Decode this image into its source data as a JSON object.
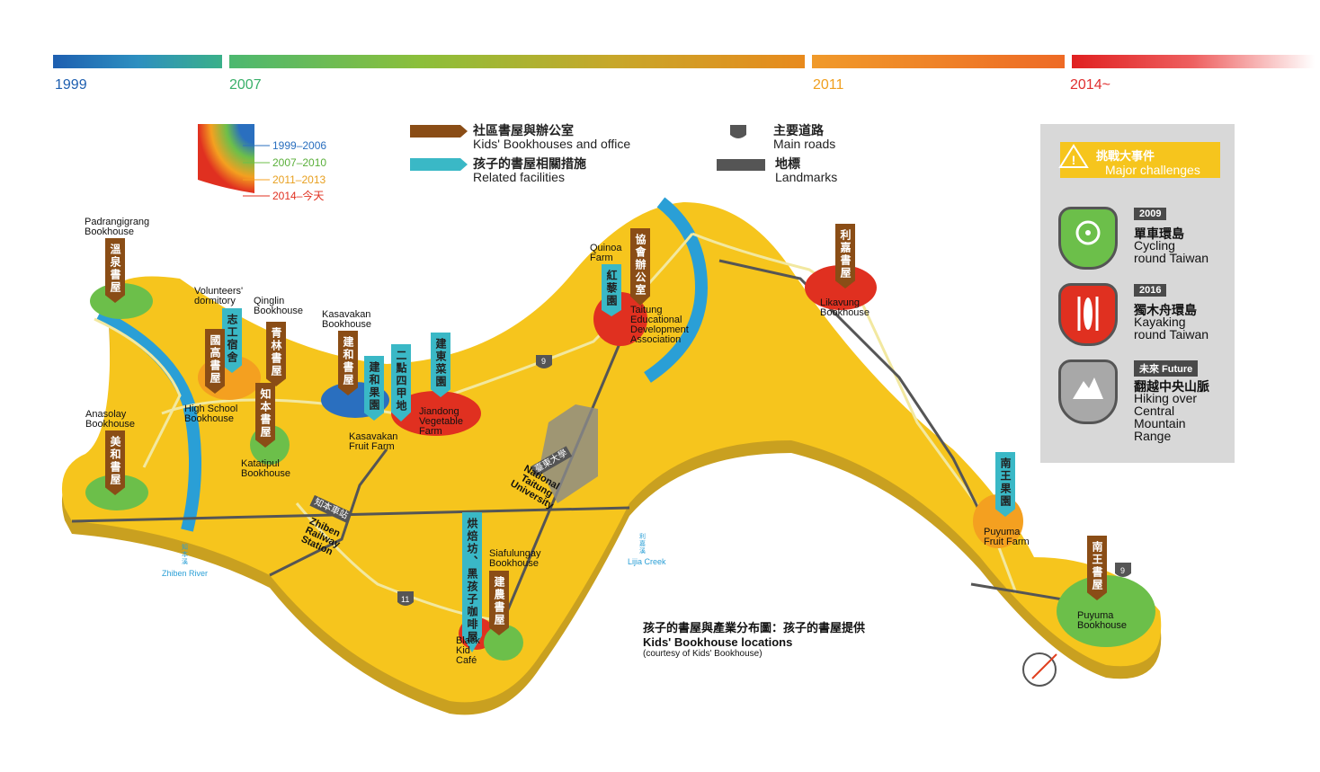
{
  "timeline": {
    "years": [
      "1999",
      "2007",
      "2011",
      "2014~"
    ]
  },
  "era_legend": [
    "1999–2006",
    "2007–2010",
    "2011–2013",
    "2014–今天"
  ],
  "legend": {
    "bookhouse_zh": "社區書屋與辦公室",
    "bookhouse_en": "Kids' Bookhouses and office",
    "facility_zh": "孩子的書屋相關措施",
    "facility_en": "Related facilities",
    "road_zh": "主要道路",
    "road_en": "Main roads",
    "landmark_zh": "地標",
    "landmark_en": "Landmarks"
  },
  "challenges": {
    "title_zh": "挑戰大事件",
    "title_en": "Major challenges",
    "items": [
      {
        "year": "2009",
        "zh": "單車環島",
        "en": "Cycling\nround Taiwan"
      },
      {
        "year": "2016",
        "zh": "獨木舟環島",
        "en": "Kayaking\nround Taiwan"
      },
      {
        "year": "未來 Future",
        "zh": "翻越中央山脈",
        "en": "Hiking over\nCentral\nMountain\nRange"
      }
    ]
  },
  "tags": {
    "wenquan": "溫泉書屋",
    "zhigong": "志工宿舍",
    "guogao": "國高書屋",
    "qinglin": "青林書屋",
    "zhiben": "知本書屋",
    "jianhe": "建和書屋",
    "jianhe_guoyuan": "建和果園",
    "erdian": "二點四甲地",
    "jiandong": "建東菜園",
    "hongli": "紅藜園",
    "xiehui": "協會辦公室",
    "lijia": "利嘉書屋",
    "meihe": "美和書屋",
    "hongbei": "烘焙坊、黑孩子咖啡屋",
    "jiannong": "建農書屋",
    "nanwang_guoyuan": "南王果園",
    "nanwang": "南王書屋"
  },
  "places": {
    "padrangi": "Padrangigrang\nBookhouse",
    "volunteers": "Volunteers'\ndormitory",
    "qinglin": "Qinglin\nBookhouse",
    "kasavakan": "Kasavakan\nBookhouse",
    "quinoa": "Quinoa\nFarm",
    "taitung_assoc": "Taitung\nEducational\nDevelopment\nAssociation",
    "likavung": "Likavung\nBookhouse",
    "anasolay": "Anasolay\nBookhouse",
    "highschool": "High School\nBookhouse",
    "katatipul": "Katatipul\nBookhouse",
    "kasavakan_fruit": "Kasavakan\nFruit Farm",
    "jiandong_veg": "Jiandong\nVegetable\nFarm",
    "ntu_zh": "臺東大學",
    "ntu_en": "National\nTaitung\nUniversity",
    "station_zh": "知本車站",
    "station_en": "Zhiben\nRailway\nStation",
    "zhiben_river_zh": "知\n本\n溪",
    "zhiben_river_en": "Zhiben River",
    "lijia_creek_zh": "利\n嘉\n溪",
    "lijia_creek_en": "Lijia Creek",
    "siafulungay": "Siafulungay\nBookhouse",
    "blackkid": "Black\nKid\nCafé",
    "puyuma_fruit": "Puyuma\nFruit Farm",
    "puyuma": "Puyuma\nBookhouse",
    "route9": "9",
    "route11": "11"
  },
  "caption": {
    "zh": "孩子的書屋與產業分布圖：孩子的書屋提供",
    "en": "Kids' Bookhouse locations",
    "credit": "(courtesy of Kids' Bookhouse)"
  }
}
